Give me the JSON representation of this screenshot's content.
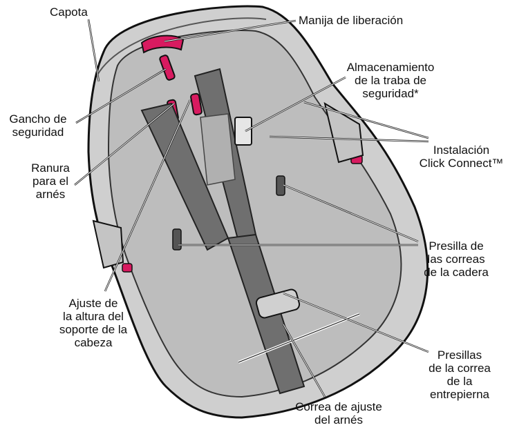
{
  "colors": {
    "seat_fill": "#c9c9c9",
    "seat_inner": "#b9b9b9",
    "harness": "#6f6f6f",
    "outline": "#111111",
    "accent": "#d81b60"
  },
  "labels": {
    "capota": "Capota",
    "manija": "Manija de liberación",
    "almacenamiento": "Almacenamiento\nde la traba de\nseguridad*",
    "gancho": "Gancho de\nseguridad",
    "instalacion": "Instalación\nClick Connect™",
    "ranura": "Ranura\npara el\narnés",
    "presilla_cadera": "Presilla de\nlas correas\nde la cadera",
    "ajuste_altura": "Ajuste de\nla altura del\nsoporte de la\ncabeza",
    "presillas_entrepierna": "Presillas\nde la correa\nde la\nentrepierna",
    "correa_ajuste": "Correa de ajuste\ndel arnés"
  }
}
